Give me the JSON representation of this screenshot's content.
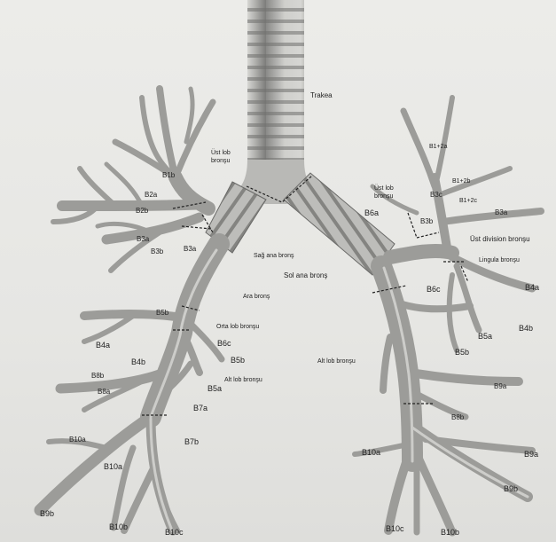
{
  "labels": {
    "trakea": "Trakea",
    "ust_lob_bronsu_right": "Üst lob\nbronşu",
    "ust_lob_bronsu_left": "Üst lob\nbronşu",
    "ust_division_bronsu": "Üst division bronşu",
    "lingula_bronsu": "Lingula bronşu",
    "sag_ana_brons": "Sağ ana bronş",
    "sol_ana_brons": "Sol ana bronş",
    "ara_brons": "Ara bronş",
    "orta_lob_bronsu": "Orta lob bronşu",
    "alt_lob_bronsu_right": "Alt lob bronşu",
    "alt_lob_bronsu_left": "Alt lob bronşu",
    "segments_right": [
      "B1b",
      "B2a",
      "B2b",
      "B3a",
      "B3b",
      "B3a",
      "B5b",
      "B4a",
      "B4b",
      "B8b",
      "B8a",
      "B6c",
      "B5b",
      "B5a",
      "B7a",
      "B7b",
      "B10a",
      "B9b",
      "B10b",
      "B10c",
      "B10a"
    ],
    "segments_left": [
      "B1+2a",
      "B1+2b",
      "B3c",
      "B1+2c",
      "B3a",
      "B3b",
      "B6a",
      "B4a",
      "B4b",
      "B5a",
      "B5b",
      "B6c",
      "B9a",
      "B8b",
      "B10a",
      "B9a",
      "B9b",
      "B10c",
      "B10b"
    ]
  }
}
